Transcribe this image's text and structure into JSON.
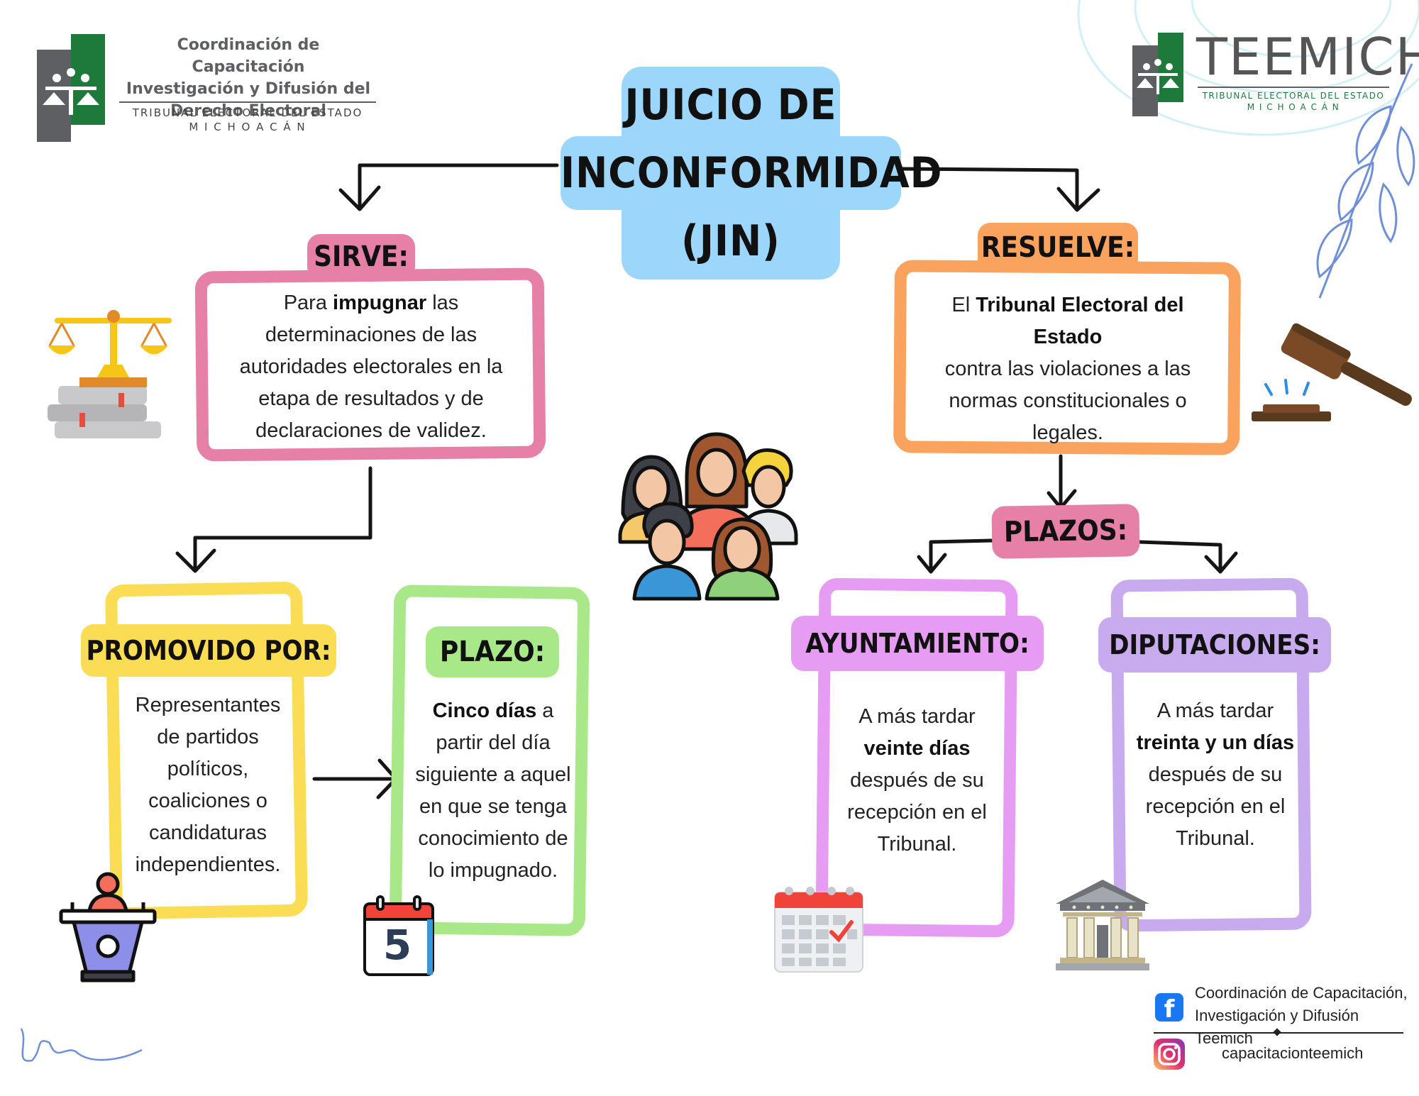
{
  "header_left": {
    "title_lines": [
      "Coordinación de Capacitación",
      "Investigación y Difusión del",
      "Derecho Electoral"
    ],
    "sub1": "TRIBUNAL ELECTORAL DEL ESTADO",
    "sub2": "M I C H O A C Á N"
  },
  "header_right": {
    "brand": "TEEMICH",
    "sub1": "TRIBUNAL ELECTORAL DEL ESTADO",
    "sub2": "M I C H O A C Á N"
  },
  "title": {
    "line1": "JUICIO DE",
    "line2": "INCONFORMIDAD",
    "line3": "(JIN)"
  },
  "sirve": {
    "label": "SIRVE:",
    "t1": "Para ",
    "b1": "impugnar",
    "t2": " las",
    "l2": "determinaciones de las",
    "l3": "autoridades electorales en la",
    "l4": "etapa de resultados y de",
    "l5": "declaraciones de validez."
  },
  "resuelve": {
    "label": "RESUELVE:",
    "t1": "El ",
    "b1": "Tribunal Electoral del Estado",
    "l2": "contra las violaciones a las",
    "l3": "normas constitucionales o",
    "l4": "legales."
  },
  "promovido": {
    "label": "PROMOVIDO POR:",
    "lines": [
      "Representantes",
      "de partidos",
      "políticos,",
      "coaliciones o",
      "candidaturas",
      "independientes."
    ]
  },
  "plazo": {
    "label": "PLAZO:",
    "b1": "Cinco  días",
    "t1": " a",
    "l2": "partir del día",
    "l3": "siguiente a aquel",
    "l4": "en que se tenga",
    "l5": "conocimiento de",
    "l6": "lo impugnado.",
    "calendar_number": "5"
  },
  "plazos": {
    "label": "PLAZOS:"
  },
  "ayuntamiento": {
    "label": "AYUNTAMIENTO:",
    "l1": "A más tardar",
    "b1": "veinte días",
    "l3": "después de su",
    "l4": "recepción en el",
    "l5": "Tribunal."
  },
  "diputaciones": {
    "label": "DIPUTACIONES:",
    "l1": "A más tardar",
    "b1": "treinta y un días",
    "l3": "después de su",
    "l4": "recepción en el",
    "l5": "Tribunal."
  },
  "footer": {
    "fb_line1": "Coordinación de Capacitación,",
    "fb_line2": "Investigación y Difusión Teemich",
    "instagram": "capacitacionteemich"
  },
  "colors": {
    "title_bg": "#9dd6fb",
    "pink": "#e680a6",
    "orange": "#f9a35e",
    "yellow": "#fbdd55",
    "green": "#a9e888",
    "magenta": "#e59cf2",
    "lavender": "#c8aaee",
    "logo_green": "#1e7a3a",
    "logo_gray": "#5e5f63"
  }
}
